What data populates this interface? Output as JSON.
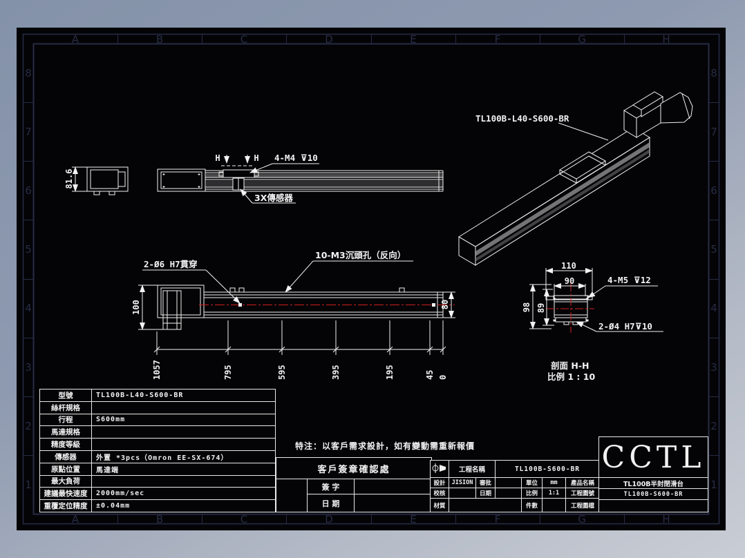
{
  "colors": {
    "background_top": "#8492a9",
    "background_bottom": "#c9cdd5",
    "sheet": "#040407",
    "line": "#f2f2f2",
    "zone_frame": "#272c44",
    "centerline": "#cf1f1f"
  },
  "border": {
    "cols": [
      "A",
      "B",
      "C",
      "D",
      "E",
      "F",
      "G",
      "H"
    ],
    "rows": [
      "8",
      "7",
      "6",
      "5",
      "4",
      "3",
      "2",
      "1"
    ]
  },
  "views": {
    "end": {
      "height_dim": "81.6"
    },
    "side": {
      "h_left": "H",
      "h_right": "H",
      "thread": "4-M4 ⊽10",
      "sensor": "3X傳感器"
    },
    "iso": {
      "label": "TL100B-L40-S600-BR"
    },
    "plan": {
      "hole": "2-Ø6 H7貫穿",
      "cbore": "10-M3沉頭孔（反向）",
      "h100": "100",
      "h80": "80",
      "chain": [
        "1057",
        "795",
        "595",
        "395",
        "195",
        "45",
        "0"
      ]
    },
    "section": {
      "d110": "110",
      "d90": "90",
      "d98": "98",
      "d89": "89",
      "thread": "4-M5 ⊽12",
      "dowel": "2-Ø4 H7⊽10",
      "cap1": "剖面 H-H",
      "cap2": "比例 1 : 10"
    }
  },
  "spec_table": {
    "rows": [
      {
        "label": "型號",
        "value": "TL100B-L40-S600-BR"
      },
      {
        "label": "絲杆規格",
        "value": ""
      },
      {
        "label": "行程",
        "value": "S600mm"
      },
      {
        "label": "馬達規格",
        "value": ""
      },
      {
        "label": "精度等級",
        "value": ""
      },
      {
        "label": "傳感器",
        "value": "外置 *3pcs（Omron EE-SX-674）"
      },
      {
        "label": "原點位置",
        "value": "馬達端"
      },
      {
        "label": "最大負荷",
        "value": ""
      },
      {
        "label": "建議最快速度",
        "value": "2000mm/sec"
      },
      {
        "label": "重覆定位精度",
        "value": "±0.04mm"
      }
    ]
  },
  "note": {
    "text": "特注：以客戶需求設計，如有變動需重新報價"
  },
  "signature": {
    "title": "客戶簽章確認處",
    "sign_label": "簽 字",
    "date_label": "日 期"
  },
  "title_block": {
    "project_label": "工程名稱",
    "project_value": "TL100B-S600-BR",
    "design_label": "設計",
    "design_value": "JISION",
    "approve_label": "審批",
    "approve_value": "",
    "unit_label": "單位",
    "unit_value": "mm",
    "product_label": "產品名稱",
    "product_value": "TL100B半封閉滑台",
    "check_label": "校核",
    "check_value": "",
    "date_label": "日期",
    "date_value": "",
    "scale_label": "比例",
    "scale_value": "1:1",
    "drawing_label": "工程圖號",
    "drawing_value": "TL100B-S600-BR",
    "material_label": "材質",
    "material_value": "",
    "qty_label": "件數",
    "qty_value": "",
    "file_label": "工程圖檔",
    "file_value": "",
    "logo": "CCTL"
  }
}
